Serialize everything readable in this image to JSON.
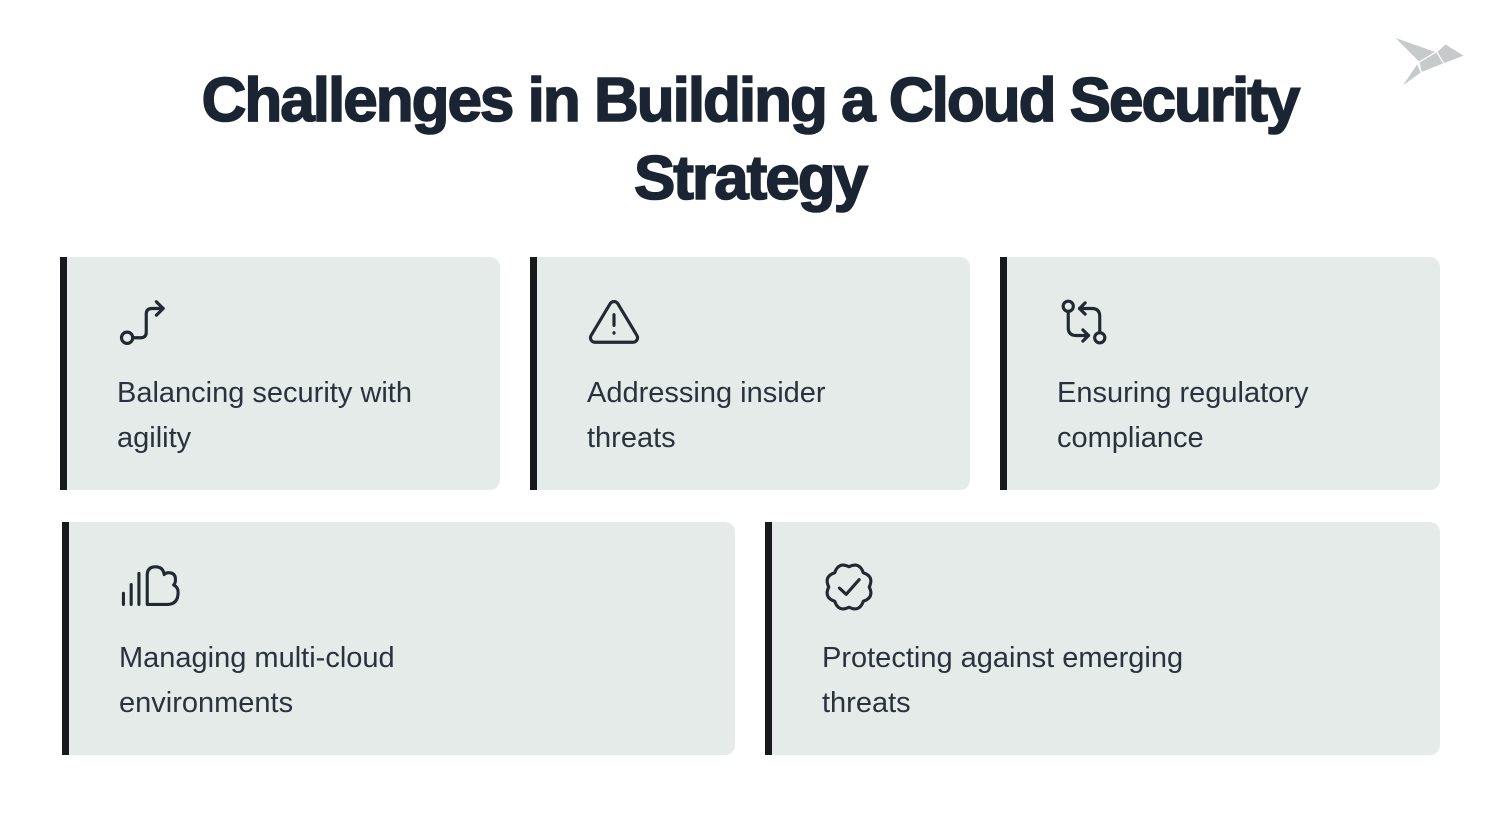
{
  "slide": {
    "title_lines": [
      "Challenges in Building a Cloud Security",
      "Strategy"
    ]
  },
  "brand": {
    "logo_icon": "origami-bird-logo"
  },
  "colors": {
    "background": "#ffffff",
    "card_background": "#e5ebe9",
    "accent_bar": "#17191c",
    "title_text": "#1b2433",
    "body_text": "#2a333d",
    "icon_stroke": "#222a31",
    "logo_gray": "#c7cacb"
  },
  "cards": [
    {
      "icon": "route-icon",
      "label": "Balancing security with agility"
    },
    {
      "icon": "warning-triangle-icon",
      "label": "Addressing insider threats"
    },
    {
      "icon": "transfer-arrows-icon",
      "label": "Ensuring regulatory compliance"
    },
    {
      "icon": "cloud-bars-icon",
      "label": "Managing multi-cloud environments"
    },
    {
      "icon": "badge-check-icon",
      "label": "Protecting against emerging threats"
    }
  ]
}
